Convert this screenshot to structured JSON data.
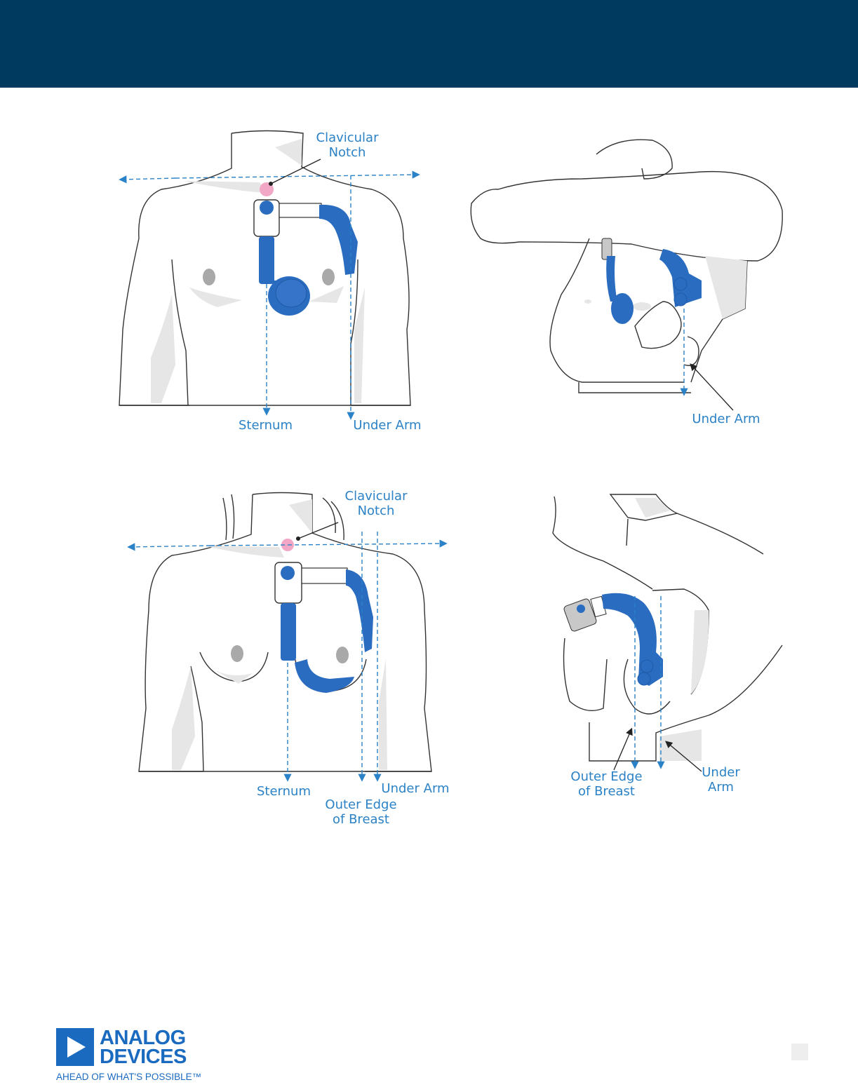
{
  "header": {
    "bar_color": "#003b5f"
  },
  "colors": {
    "device_blue": "#2a6cc0",
    "label_blue": "#2b82c6",
    "notch_pink": "#f3a7c7",
    "skin_shade": "#e6e6e6"
  },
  "panels": {
    "top_left": {
      "clavicular_notch": "Clavicular\nNotch",
      "sternum": "Sternum",
      "under_arm": "Under Arm"
    },
    "top_right": {
      "under_arm": "Under Arm"
    },
    "bottom_left": {
      "clavicular_notch": "Clavicular\nNotch",
      "sternum": "Sternum",
      "under_arm": "Under Arm",
      "outer_edge": "Outer Edge\nof Breast"
    },
    "bottom_right": {
      "outer_edge": "Outer Edge\nof Breast",
      "under_arm": "Under\nArm"
    }
  },
  "footer": {
    "logo_line1": "ANALOG",
    "logo_line2": "DEVICES",
    "tagline": "AHEAD OF WHAT'S POSSIBLE™",
    "logo_icon": "analog-devices-triangle-icon"
  }
}
